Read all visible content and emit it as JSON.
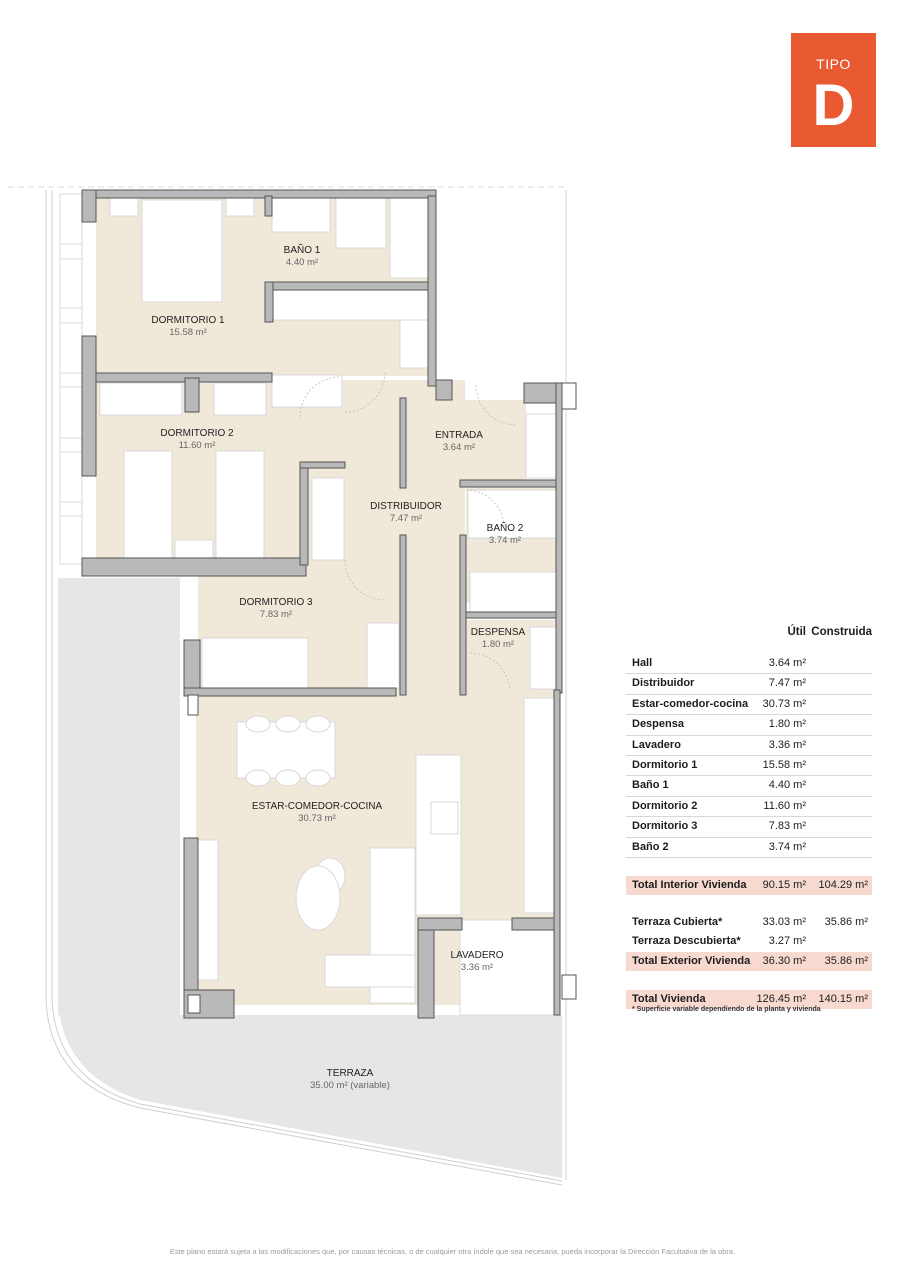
{
  "badge": {
    "line1": "TIPO",
    "line2": "D",
    "color": "#e95a32"
  },
  "colors": {
    "floor": "#f0e8d9",
    "wall": "#b9b9b9",
    "wall_outline": "#5a5a5a",
    "terrace": "#e6e6e6",
    "total_row": "#f7d9d0"
  },
  "rooms": [
    {
      "name": "DORMITORIO 1",
      "area": "15.58 m²"
    },
    {
      "name": "BAÑO 1",
      "area": "4.40 m²"
    },
    {
      "name": "DORMITORIO 2",
      "area": "11.60 m²"
    },
    {
      "name": "ENTRADA",
      "area": "3.64 m²"
    },
    {
      "name": "DISTRIBUIDOR",
      "area": "7.47 m²"
    },
    {
      "name": "BAÑO 2",
      "area": "3.74 m²"
    },
    {
      "name": "DORMITORIO 3",
      "area": "7.83 m²"
    },
    {
      "name": "DESPENSA",
      "area": "1.80 m²"
    },
    {
      "name": "ESTAR-COMEDOR-COCINA",
      "area": "30.73 m²"
    },
    {
      "name": "LAVADERO",
      "area": "3.36 m²"
    },
    {
      "name": "TERRAZA",
      "area": "35.00 m² (variable)"
    }
  ],
  "table": {
    "headers": {
      "util": "Útil",
      "construida": "Construida"
    },
    "rows": [
      {
        "label": "Hall",
        "util": "3.64 m²"
      },
      {
        "label": "Distribuidor",
        "util": "7.47 m²"
      },
      {
        "label": "Estar-comedor-cocina",
        "util": "30.73 m²"
      },
      {
        "label": "Despensa",
        "util": "1.80 m²"
      },
      {
        "label": "Lavadero",
        "util": "3.36 m²"
      },
      {
        "label": "Dormitorio 1",
        "util": "15.58 m²"
      },
      {
        "label": "Baño 1",
        "util": "4.40 m²"
      },
      {
        "label": "Dormitorio 2",
        "util": "11.60 m²"
      },
      {
        "label": "Dormitorio 3",
        "util": "7.83 m²"
      },
      {
        "label": "Baño 2",
        "util": "3.74 m²"
      }
    ],
    "total_interior": {
      "label": "Total Interior Vivienda",
      "util": "90.15 m²",
      "construida": "104.29 m²"
    },
    "terraza_cubierta": {
      "label": "Terraza Cubierta*",
      "util": "33.03 m²",
      "construida": "35.86 m²"
    },
    "terraza_descubierta": {
      "label": "Terraza Descubierta*",
      "util": "3.27 m²"
    },
    "total_exterior": {
      "label": "Total Exterior Vivienda",
      "util": "36.30 m²",
      "construida": "35.86 m²"
    },
    "total_vivienda": {
      "label": "Total Vivienda",
      "util": "126.45 m²",
      "construida": "140.15 m²"
    },
    "note": "* Superficie variable dependiendo de la planta y vivienda"
  },
  "footer": "Este plano estará sujeta a las modificaciones que, por causas técnicas, o de cualquier otra índole que sea necesaria, pueda incorporar la Dirección Facultativa de la obra."
}
